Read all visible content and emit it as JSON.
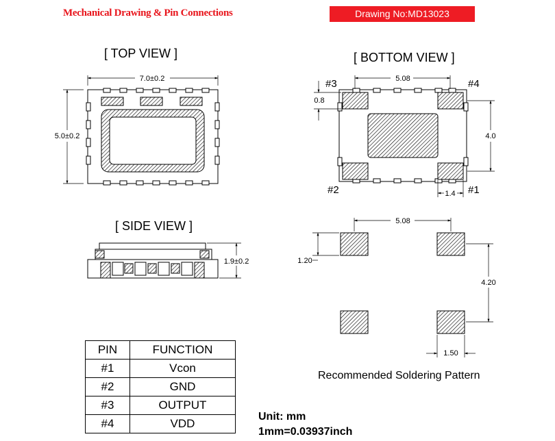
{
  "header": {
    "title": "Mechanical Drawing & Pin Connections",
    "drawing_no": "Drawing No:MD13023",
    "accent_color": "#ee1c24"
  },
  "top_view": {
    "label": "[ TOP  VIEW ]",
    "width_dim": "7.0±0.2",
    "height_dim": "5.0±0.2"
  },
  "bottom_view": {
    "label": "[ BOTTOM  VIEW ]",
    "pad_pitch_x": "5.08",
    "pad_pitch_y": "4.0",
    "pad_height": "0.8",
    "pad_width": "1.4",
    "pin_labels": [
      "#1",
      "#2",
      "#3",
      "#4"
    ]
  },
  "side_view": {
    "label": "[ SIDE  VIEW ]",
    "height_dim": "1.9±0.2"
  },
  "solder_pattern": {
    "caption": "Recommended Soldering Pattern",
    "pitch_x": "5.08",
    "pitch_y": "4.20",
    "pad_height": "1.20",
    "pad_width": "1.50"
  },
  "pin_table": {
    "headers": [
      "PIN",
      "FUNCTION"
    ],
    "rows": [
      {
        "pin": "#1",
        "function": "Vcon"
      },
      {
        "pin": "#2",
        "function": "GND"
      },
      {
        "pin": "#3",
        "function": "OUTPUT"
      },
      {
        "pin": "#4",
        "function": "VDD"
      }
    ]
  },
  "units": {
    "line1": "Unit: mm",
    "line2": "1mm=0.03937inch"
  }
}
